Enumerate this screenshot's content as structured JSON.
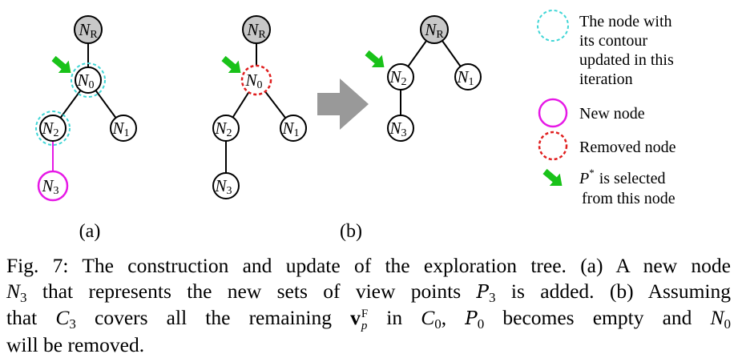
{
  "colors": {
    "root_fill": "#c8c8c8",
    "updated_contour": "#3fd6d6",
    "new_node": "#e619e6",
    "removed_node": "#e01e1e",
    "arrow_green": "#19c219",
    "transition_arrow": "#999999"
  },
  "nodes": {
    "root": {
      "base": "N",
      "sub": "R"
    },
    "n0": {
      "base": "N",
      "sub": "0"
    },
    "n1": {
      "base": "N",
      "sub": "1"
    },
    "n2": {
      "base": "N",
      "sub": "2"
    },
    "n3": {
      "base": "N",
      "sub": "3"
    }
  },
  "legend": {
    "updated_contour": [
      "The node with",
      "its contour",
      "updated in this",
      "iteration"
    ],
    "new_node": "New node",
    "removed_node": "Removed node",
    "selected": {
      "symbol": "P",
      "sup": "*",
      "line1": "is selected",
      "line2": "from this node"
    }
  },
  "panel_labels": {
    "a": "(a)",
    "b": "(b)"
  },
  "caption": {
    "line1": "Fig. 7: The construction and update of the exploration tree. (a) A new node",
    "line2": {
      "N": "N",
      "n_sub": "3",
      "t1": "that represents the new sets of view points",
      "P": "P",
      "p_sub": "3",
      "t2": "is added. (b) Assuming"
    },
    "line3": {
      "t0": "that",
      "C": "C",
      "c_sub": "3",
      "t1": "covers all the remaining",
      "v": "v",
      "v_sup": "F",
      "v_sub": "p",
      "t2": "in",
      "C0": "C",
      "c0_sub": "0",
      "P0": "P",
      "p0_sub": "0",
      "t3": "becomes empty and",
      "N0": "N",
      "n0_sub": "0"
    },
    "line4": "will be removed."
  }
}
